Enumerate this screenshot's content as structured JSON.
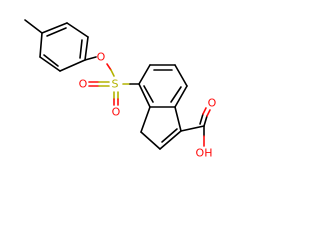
{
  "molecule": {
    "atoms": {
      "O_ether": "O",
      "S": "S",
      "O_sulfonyl_top": "O",
      "O_sulfonyl_bottom": "O",
      "O_carbonyl": "O",
      "OH": "OH"
    }
  },
  "colors": {
    "carbon_bond": "#000000",
    "oxygen": "#ff0d0d",
    "sulfur": "#b3b300",
    "background": "#ffffff"
  }
}
